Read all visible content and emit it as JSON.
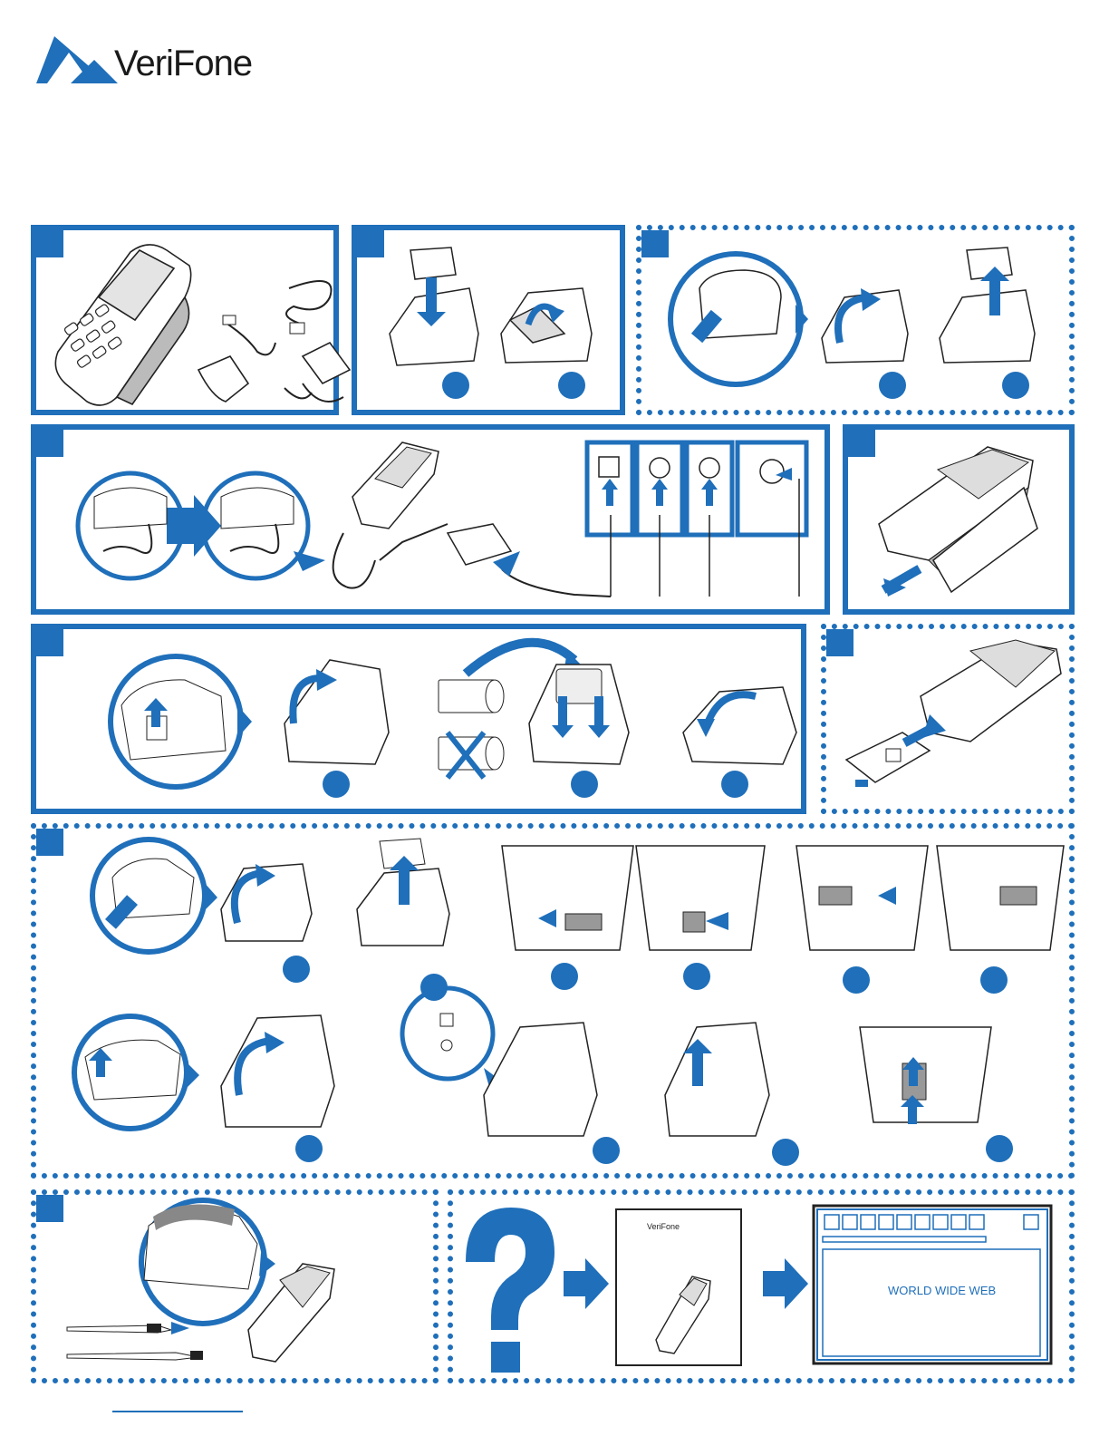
{
  "brand": {
    "logo_text": "VeriFone",
    "accent_color": "#1f6fba"
  },
  "help_section": {
    "browser_content_text": "WORLD WIDE WEB",
    "guide_logo_text": "VeriFone"
  }
}
